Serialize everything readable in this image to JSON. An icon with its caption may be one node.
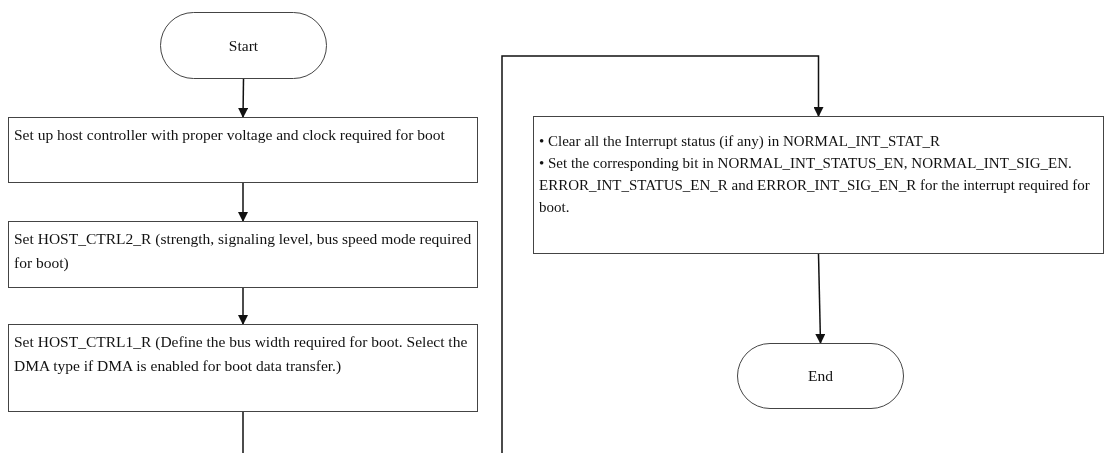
{
  "diagram": {
    "nodes": [
      {
        "text": [
          "Start"
        ]
      },
      {
        "text": [
          "Set up host controller with proper voltage and clock required for boot"
        ]
      },
      {
        "text": [
          "Set HOST_CTRL2_R (strength, signaling level, bus speed mode required for boot)"
        ]
      },
      {
        "text": [
          "Set HOST_CTRL1_R (Define the bus width required for boot. Select the DMA type if DMA is enabled for boot data transfer.)"
        ]
      },
      {
        "text": [
          "• Clear all the Interrupt status (if any) in NORMAL_INT_STAT_R",
          "• Set the corresponding bit in NORMAL_INT_STATUS_EN, NORMAL_INT_SIG_EN. ERROR_INT_STATUS_EN_R and ERROR_INT_SIG_EN_R for the interrupt required for boot."
        ]
      },
      {
        "text": [
          "End"
        ]
      }
    ],
    "edges": [
      {
        "from": 0,
        "to": 1,
        "arrow": "to"
      },
      {
        "from": 1,
        "to": 2,
        "arrow": "to"
      },
      {
        "from": 2,
        "to": 3,
        "arrow": "to"
      },
      {
        "from": 3,
        "to": null,
        "arrow": "none"
      },
      {
        "from": null,
        "to": 4,
        "arrow": "to"
      },
      {
        "from": 4,
        "to": 5,
        "arrow": "to"
      }
    ]
  }
}
